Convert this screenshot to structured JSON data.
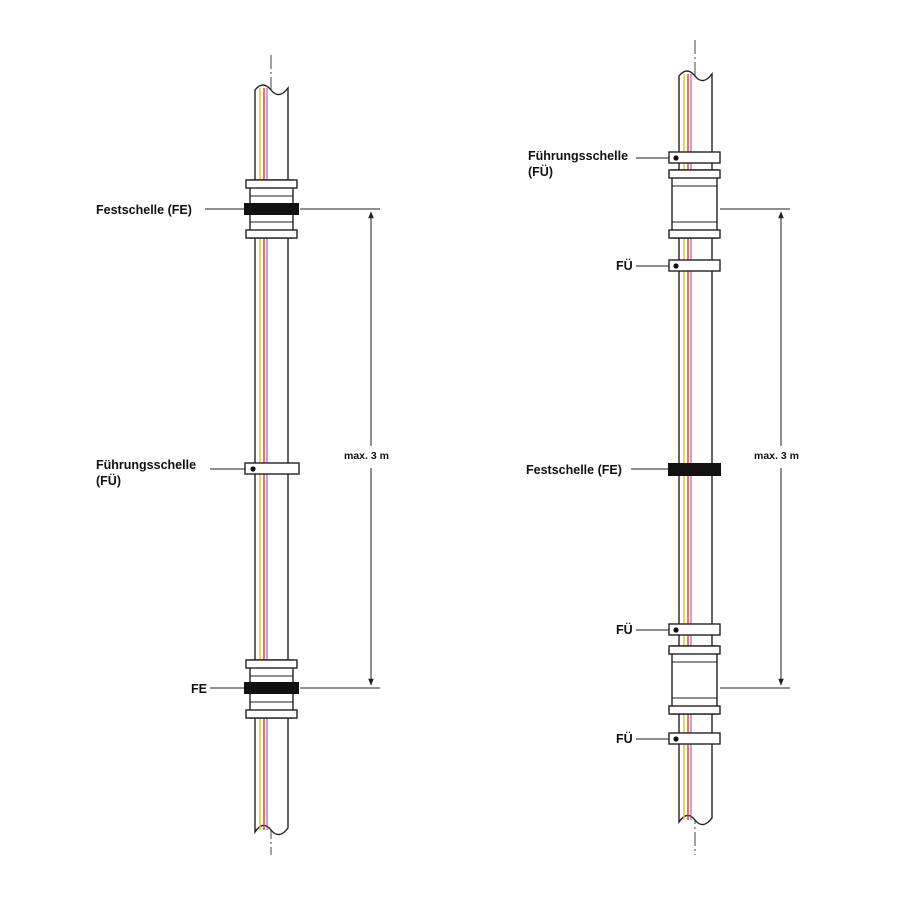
{
  "colors": {
    "pipe_stripe_red": "#d83a2a",
    "pipe_stripe_yellow": "#e8c020",
    "pipe_stripe_purple": "#8a4fb0",
    "clamp_fixed": "#111111",
    "outline": "#222222"
  },
  "left_diagram": {
    "fixed_clamp_top_label": "Festschelle (FE)",
    "guide_clamp_label_line1": "Führungsschelle",
    "guide_clamp_label_line2": "(FÜ)",
    "fixed_clamp_bottom_label": "FE",
    "dimension_label": "max. 3 m"
  },
  "right_diagram": {
    "guide_clamp_top_label_line1": "Führungsschelle",
    "guide_clamp_top_label_line2": "(FÜ)",
    "guide_clamp_2_label": "FÜ",
    "fixed_clamp_label": "Festschelle (FE)",
    "guide_clamp_3_label": "FÜ",
    "guide_clamp_4_label": "FÜ",
    "dimension_label": "max. 3 m"
  }
}
